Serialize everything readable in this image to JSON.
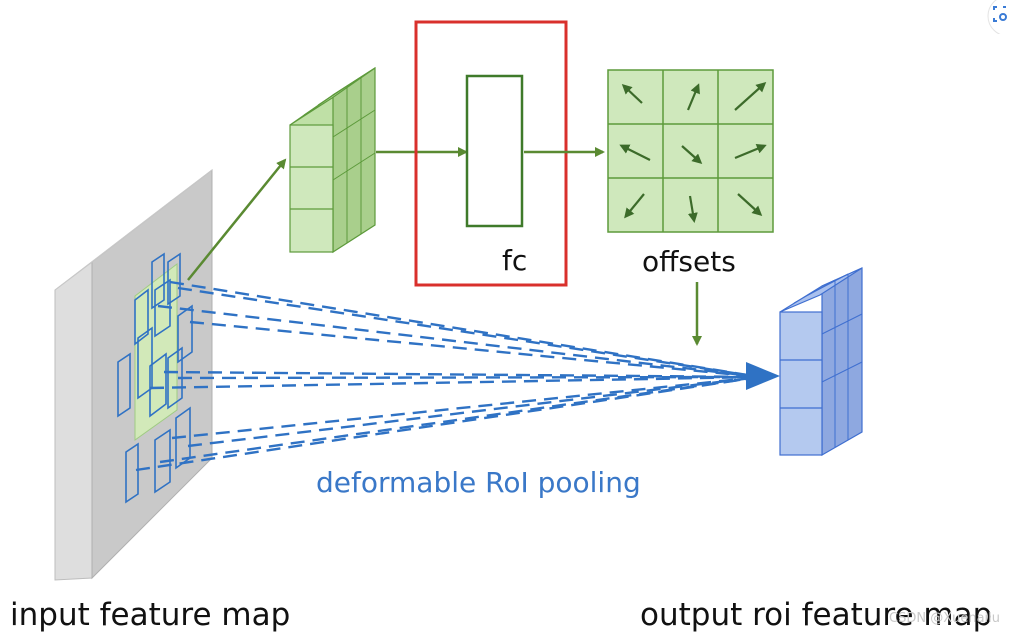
{
  "labels": {
    "fc": "fc",
    "offsets": "offsets",
    "pooling": "deformable RoI pooling",
    "input": "input feature map",
    "output": "output roi feature map",
    "watermark": "CSDN @Xuenailu"
  },
  "colors": {
    "green_face": "#cfe8bc",
    "green_top": "#bfe0a6",
    "green_side": "#a9cf8c",
    "green_line": "#5d9a3b",
    "arrow_green": "#5a8a32",
    "blue_face": "#b4c9ef",
    "blue_top": "#9fb9ea",
    "blue_side": "#8ea8e0",
    "blue_line": "#3f6fd0",
    "blue_dash": "#2f72c4",
    "blue_text": "#3a78c8",
    "red_box": "#d9302c",
    "plane_front": "#c9c9c9",
    "plane_side": "#dedede"
  },
  "icons": {
    "corner": "screenshot-tool-icon"
  }
}
